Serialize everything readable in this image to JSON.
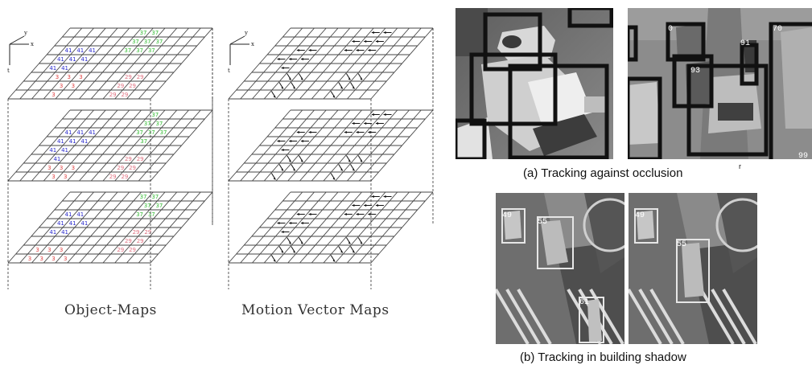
{
  "left_figure": {
    "caption_object_maps": "Object-Maps",
    "caption_motion_maps": "Motion Vector Maps",
    "axis_labels": {
      "y": "y",
      "x": "x",
      "t": "t"
    },
    "object_ids": {
      "blue": "41",
      "green": "37",
      "red": "3",
      "pink": "29"
    },
    "colors": {
      "blue": "#2a2acc",
      "green": "#33bb33",
      "red": "#e04040",
      "pink": "#e07080"
    }
  },
  "right_figure": {
    "caption_a": "(a) Tracking against occlusion",
    "caption_b": "(b) Tracking in building shadow",
    "stray_mark": "r",
    "labels_a": [
      "0",
      "91",
      "70",
      "93",
      "99"
    ],
    "labels_b1": [
      "49",
      "55",
      "61"
    ],
    "labels_b2": [
      "49",
      "55"
    ]
  }
}
